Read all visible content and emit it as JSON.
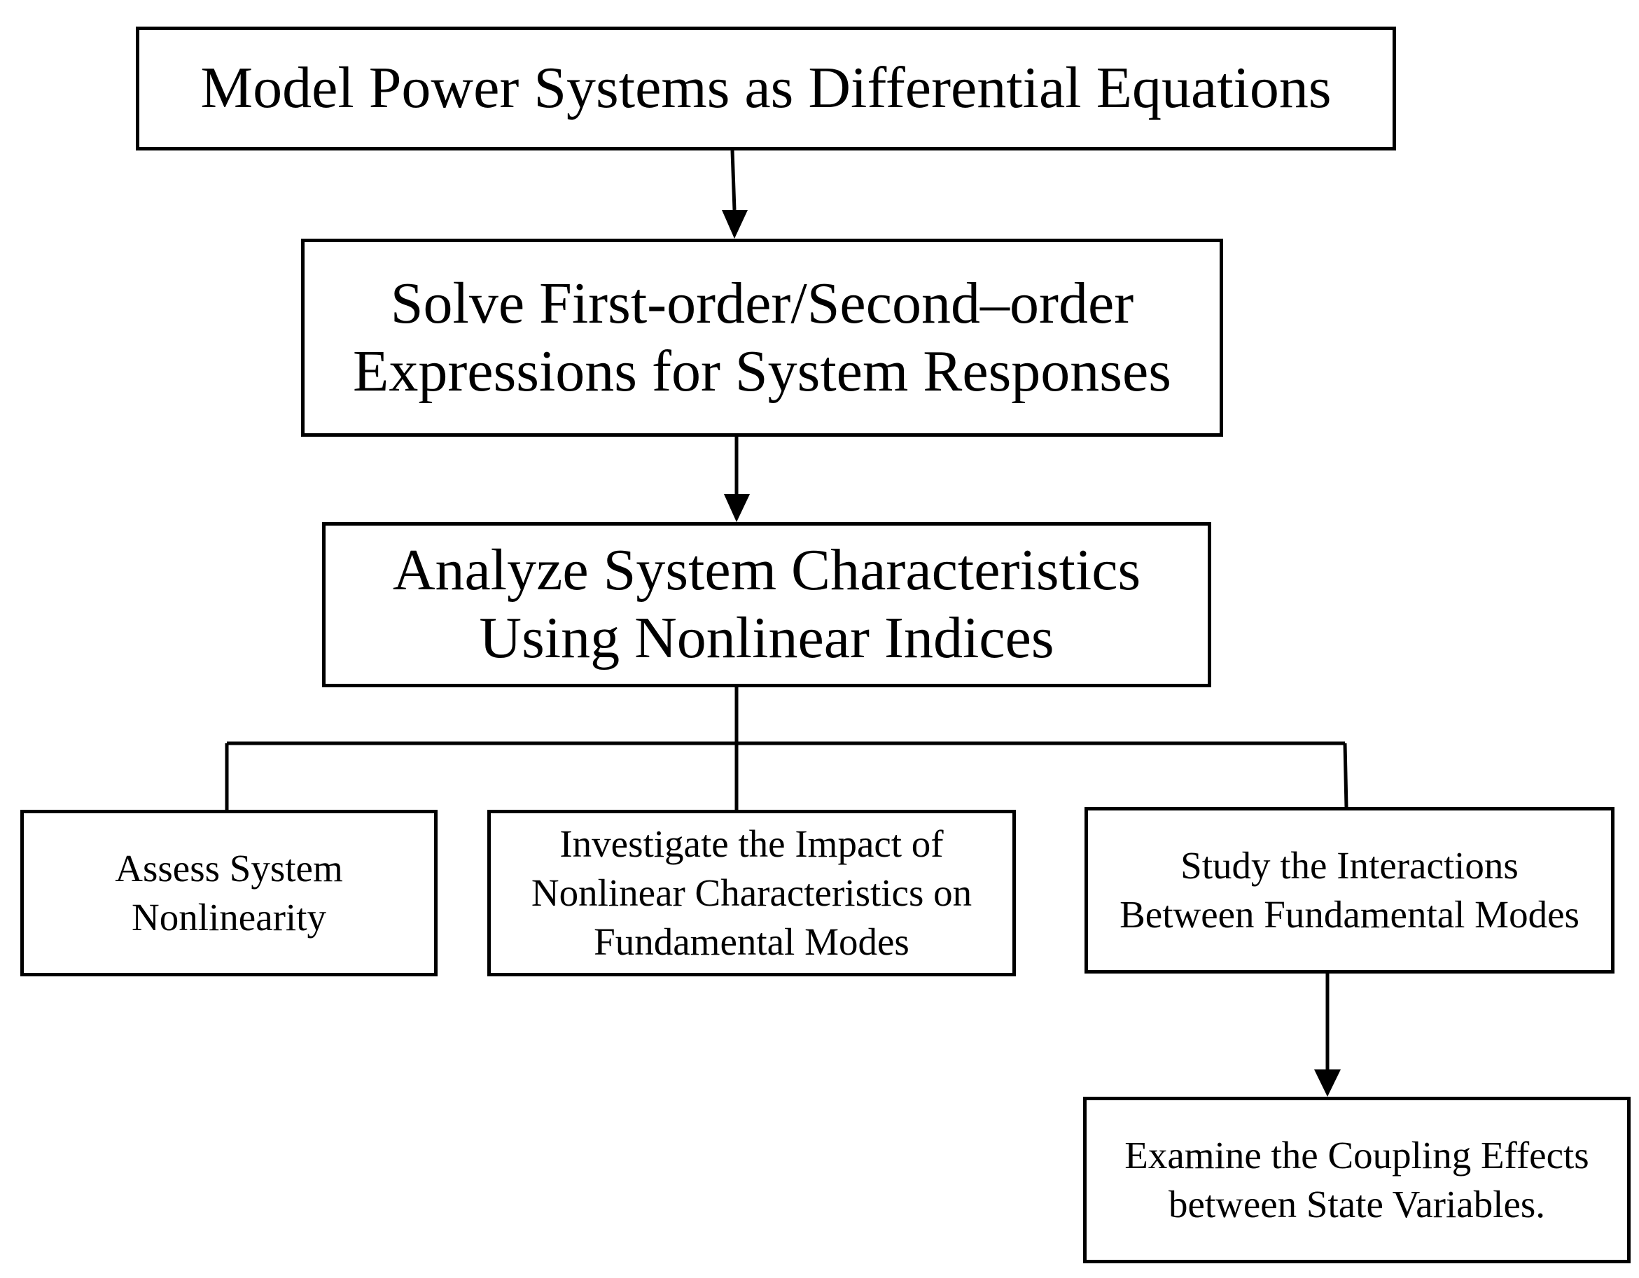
{
  "diagram": {
    "nodes": [
      {
        "id": "model",
        "label": "Model Power Systems as Differential Equations"
      },
      {
        "id": "solve",
        "label": "Solve First-order/Second–order\nExpressions for System Responses"
      },
      {
        "id": "analyze",
        "label": "Analyze System Characteristics\nUsing Nonlinear Indices"
      },
      {
        "id": "assess",
        "label": "Assess System\nNonlinearity"
      },
      {
        "id": "investigate",
        "label": "Investigate the Impact of\nNonlinear Characteristics on\nFundamental Modes"
      },
      {
        "id": "study",
        "label": "Study the Interactions\nBetween Fundamental Modes"
      },
      {
        "id": "examine",
        "label": "Examine the Coupling Effects\nbetween State Variables."
      }
    ],
    "edges": [
      {
        "from": "model",
        "to": "solve",
        "arrow": true
      },
      {
        "from": "solve",
        "to": "analyze",
        "arrow": true
      },
      {
        "from": "analyze",
        "to": "assess",
        "arrow": false
      },
      {
        "from": "analyze",
        "to": "investigate",
        "arrow": false
      },
      {
        "from": "analyze",
        "to": "study",
        "arrow": false
      },
      {
        "from": "study",
        "to": "examine",
        "arrow": true
      }
    ],
    "colors": {
      "line": "#000000",
      "box_fill": "#ffffff",
      "background": "#ffffff"
    }
  }
}
